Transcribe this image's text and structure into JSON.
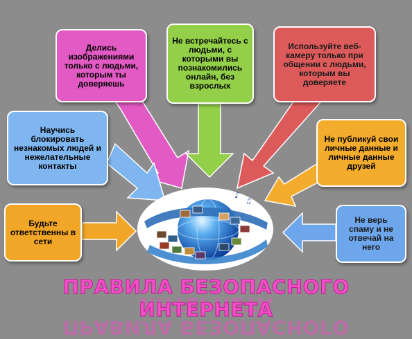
{
  "diagram": {
    "title": "ПРАВИЛА БЕЗОПАСНОГО ИНТЕРНЕТА",
    "rules": {
      "share_images": "Делись изображениями только с людьми, которым ты доверяешь",
      "dont_meet": "Не встречайтесь с людьми, с которыми вы познакомились онлайн, без взрослых",
      "webcam": "Используйте веб-камеру только при общении с людьми, которым вы доверяете",
      "block": "Научись блокировать незнакомых людей и нежелательные контакты",
      "private_data": "Не публикуй свои личные данные и личные данные друзей",
      "responsible": "Будьте ответственны в сети",
      "spam": "Не верь спаму и не отвечай на него"
    },
    "colors": {
      "background": "#8c8c8c",
      "pink": "#e25ac3",
      "green": "#94cf4a",
      "red": "#dd5a5a",
      "light_blue": "#7fb6f0",
      "orange": "#f4ac2d",
      "blue": "#6ea6ec",
      "title": "#f24fc9"
    },
    "center_image": "internet-globe-icon"
  }
}
